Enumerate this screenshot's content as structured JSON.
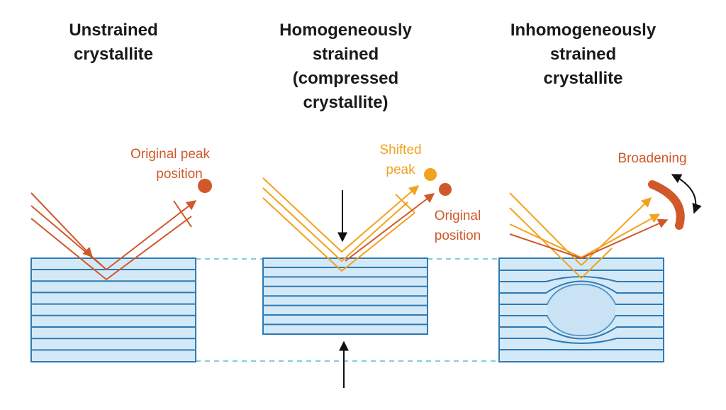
{
  "panels": [
    {
      "title": [
        "Unstrained",
        "crystallite"
      ]
    },
    {
      "title": [
        "Homogeneously",
        "strained",
        "(compressed",
        "crystallite)"
      ]
    },
    {
      "title": [
        "Inhomogeneously",
        "strained",
        "crystallite"
      ]
    }
  ],
  "labels": {
    "original_peak": [
      "Original peak",
      "position"
    ],
    "shifted_peak": [
      "Shifted",
      "peak"
    ],
    "original_position": [
      "Original",
      "position"
    ],
    "broadening": "Broadening"
  },
  "colors": {
    "crystal_fill": "#d4e9f8",
    "crystal_line": "#2e7ab3",
    "ray_original": "#d0582a",
    "ray_shifted": "#f2a21d",
    "dashed_guide": "#7fcfdc",
    "arrow_black": "#111111"
  },
  "icons": {
    "original_peak_marker": "filled-circle",
    "shifted_peak_marker": "filled-circle",
    "broadening_marker": "curved-bar",
    "broadening_arrow": "double-headed-curved-arrow",
    "compression_arrows": "vertical-arrows"
  }
}
